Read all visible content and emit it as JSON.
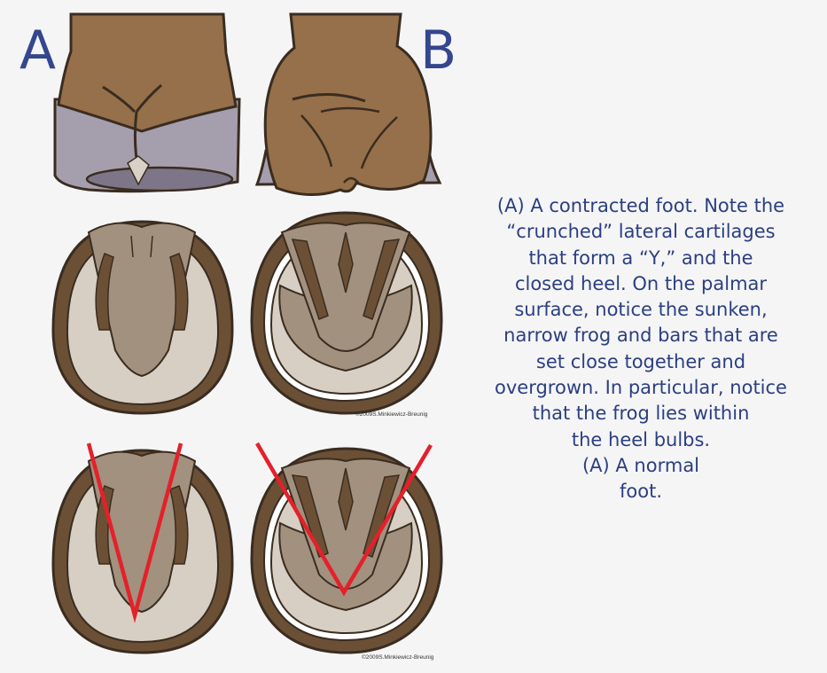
{
  "panel_labels": {
    "a": "A",
    "b": "B"
  },
  "caption_lines": [
    "(A) A contracted foot. Note the",
    "“crunched” lateral cartilages",
    "that form a “Y,” and the",
    "closed heel. On the palmar",
    "surface, notice the sunken,",
    "narrow frog and bars that are",
    "set close together and",
    "overgrown. In particular, notice",
    "that the frog lies within",
    "the heel bulbs.",
    "(A) A normal",
    "foot."
  ],
  "copyright_1": "©2009S.Minkiewicz-Breunig",
  "copyright_2": "©2009S.Minkiewicz-Breunig",
  "colors": {
    "skin": "#95704a",
    "wall_dark": "#6b5036",
    "sole": "#d7cfc3",
    "sole_light": "#e2dbd0",
    "frog": "#a1917e",
    "hoof_wall_gray": "#a29dab",
    "outline": "#3a2c20",
    "accent_line": "#e5202a",
    "text_blue": "#2b3f80"
  }
}
